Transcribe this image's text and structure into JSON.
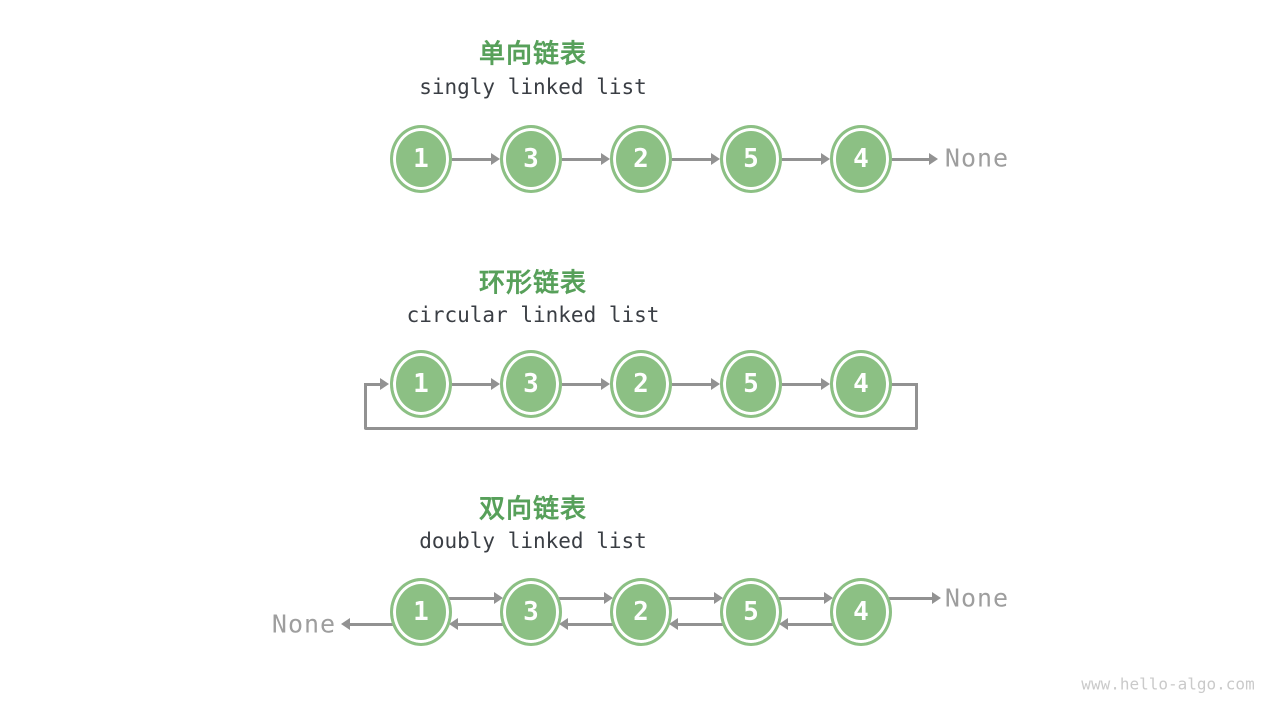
{
  "page": {
    "watermark": "www.hello-algo.com"
  },
  "colors": {
    "node_green": "#8CC084",
    "title_green": "#57A05A",
    "arrow_gray": "#929292",
    "none_gray": "#9E9E9E",
    "subtitle_gray": "#3A3E44",
    "watermark_gray": "#CACACA"
  },
  "sections": [
    {
      "title_zh": "单向链表",
      "title_en": "singly linked list",
      "nodes": [
        "1",
        "3",
        "2",
        "5",
        "4"
      ],
      "tail_label": "None"
    },
    {
      "title_zh": "环形链表",
      "title_en": "circular linked list",
      "nodes": [
        "1",
        "3",
        "2",
        "5",
        "4"
      ]
    },
    {
      "title_zh": "双向链表",
      "title_en": "doubly linked list",
      "nodes": [
        "1",
        "3",
        "2",
        "5",
        "4"
      ],
      "head_label": "None",
      "tail_label": "None"
    }
  ]
}
